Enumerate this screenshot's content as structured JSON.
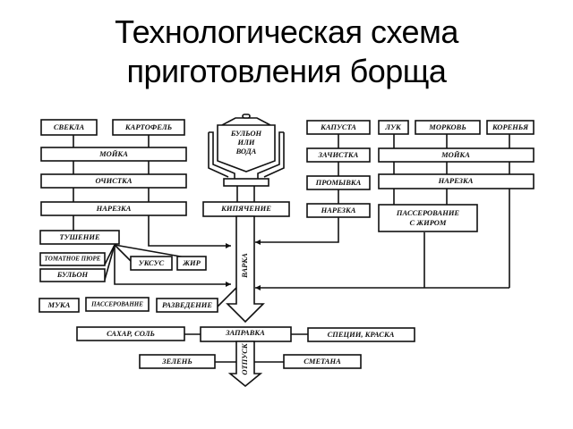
{
  "title": {
    "line1": "Технологическая схема",
    "line2": "приготовления борща"
  },
  "diagram": {
    "beet_potato": {
      "svekla": "СВЕКЛА",
      "kartofel": "КАРТОФЕЛЬ",
      "moika": "МОЙКА",
      "ochistka": "ОЧИСТКА",
      "narezka": "НАРЕЗКА"
    },
    "stewing": {
      "tushenie": "ТУШЕНИЕ",
      "tomato": "ТОМАТНОЕ ПЮРЕ",
      "bulon": "БУЛЬОН",
      "uksus": "УКСУС",
      "zhir": "ЖИР"
    },
    "flour": {
      "muka": "МУКА",
      "passerovanie": "ПАССЕРОВАНИЕ",
      "razvedenie": "РАЗВЕДЕНИЕ"
    },
    "pot": {
      "line1": "БУЛЬОН",
      "line2": "ИЛИ",
      "line3": "ВОДА",
      "kipyachenie": "КИПЯЧЕНИЕ",
      "varka": "ВАРКА"
    },
    "cabbage": {
      "kapusta": "КАПУСТА",
      "zachistka": "ЗАЧИСТКА",
      "promyvka": "ПРОМЫВКА",
      "narezka": "НАРЕЗКА"
    },
    "roots": {
      "luk": "ЛУК",
      "morkov": "МОРКОВЬ",
      "korenya": "КОРЕНЬЯ",
      "moika": "МОЙКА",
      "narezka": "НАРЕЗКА",
      "passerovanie_line1": "ПАССЕРОВАНИЕ",
      "passerovanie_line2": "С ЖИРОМ"
    },
    "serving": {
      "zapravka": "ЗАПРАВКА",
      "sahar_sol": "САХАР, СОЛЬ",
      "specii": "СПЕЦИИ, КРАСКА",
      "zelen": "ЗЕЛЕНЬ",
      "smetana": "СМЕТАНА",
      "otpusk": "ОТПУСК"
    }
  }
}
